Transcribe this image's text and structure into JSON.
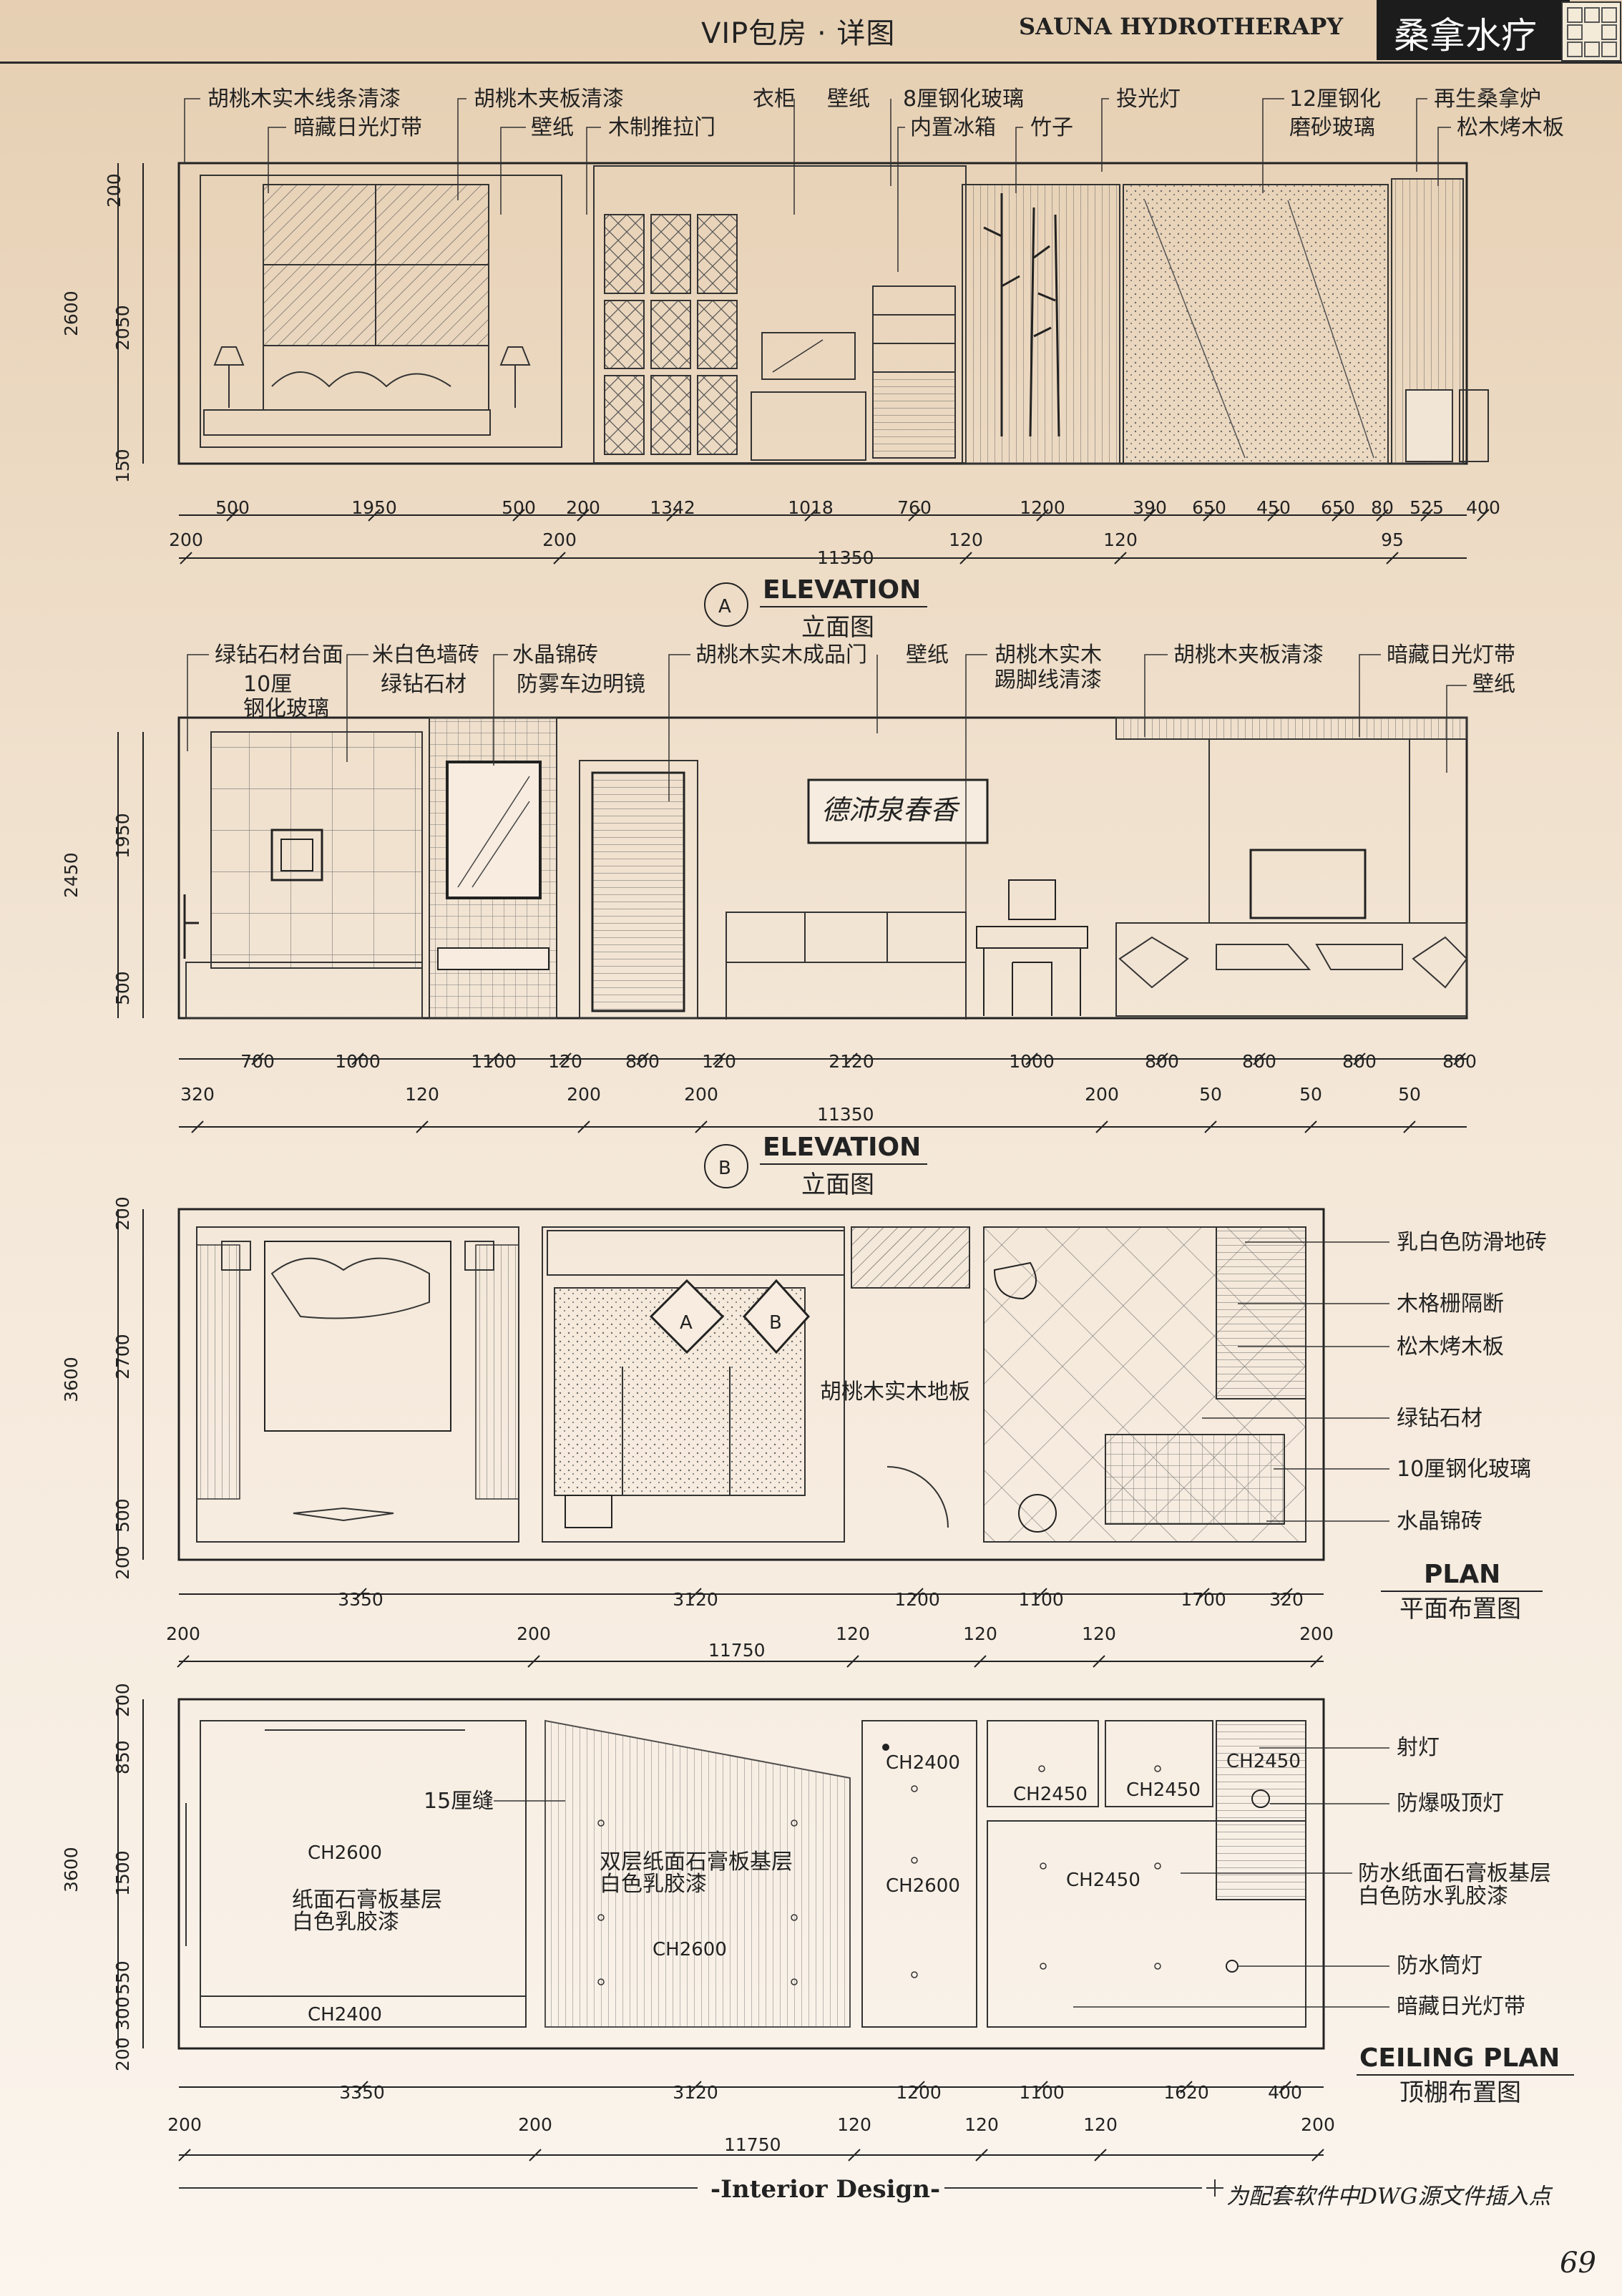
{
  "header": {
    "title": "VIP包房 · 详图",
    "title_en": "SAUNA HYDROTHERAPY",
    "title_cn": "桑拿水疗"
  },
  "elevation_a": {
    "marker": "A",
    "title_en": "ELEVATION",
    "title_cn": "立面图",
    "callouts": [
      "胡桃木实木线条清漆",
      "暗藏日光灯带",
      "胡桃木夹板清漆",
      "壁纸",
      "木制推拉门",
      "衣柜",
      "壁纸",
      "8厘钢化玻璃",
      "内置冰箱",
      "竹子",
      "投光灯",
      "12厘钢化",
      "磨砂玻璃",
      "再生桑拿炉",
      "松木烤木板"
    ],
    "vertical_dims": [
      "200",
      "2600",
      "2050",
      "150"
    ],
    "dims_row1": [
      "500",
      "1950",
      "500",
      "200",
      "1342",
      "1018",
      "760",
      "1200",
      "390",
      "650",
      "450",
      "650",
      "80",
      "525",
      "400"
    ],
    "dims_row2": [
      "200",
      "200",
      "120",
      "120",
      "95"
    ],
    "total": "11350"
  },
  "elevation_b": {
    "marker": "B",
    "title_en": "ELEVATION",
    "title_cn": "立面图",
    "callouts": [
      "绿钻石材台面",
      "米白色墙砖",
      "水晶锦砖",
      "胡桃木实木成品门",
      "壁纸",
      "胡桃木实木",
      "踢脚线清漆",
      "胡桃木夹板清漆",
      "暗藏日光灯带",
      "10厘",
      "钢化玻璃",
      "绿钻石材",
      "防雾车边明镜",
      "壁纸"
    ],
    "painting_text": "德沛泉春香",
    "vertical_dims": [
      "2450",
      "1950",
      "500"
    ],
    "dims_row1": [
      "700",
      "1000",
      "1100",
      "120",
      "800",
      "120",
      "2120",
      "1000",
      "800",
      "800",
      "800",
      "800"
    ],
    "dims_row2": [
      "320",
      "120",
      "200",
      "200",
      "200",
      "50",
      "50",
      "50"
    ],
    "total": "11350"
  },
  "plan": {
    "title_en": "PLAN",
    "title_cn": "平面布置图",
    "floor_label": "胡桃木实木地板",
    "section_markers": [
      "A",
      "B"
    ],
    "callouts": [
      "乳白色防滑地砖",
      "木格栅隔断",
      "松木烤木板",
      "绿钻石材",
      "10厘钢化玻璃",
      "水晶锦砖"
    ],
    "vertical_dims": [
      "200",
      "3600",
      "2700",
      "500",
      "200"
    ],
    "dims_row1": [
      "3350",
      "3120",
      "1200",
      "1100",
      "1700",
      "320"
    ],
    "dims_row2": [
      "200",
      "200",
      "120",
      "120",
      "120",
      "200"
    ],
    "total": "11750"
  },
  "ceiling": {
    "title_en": "CEILING PLAN",
    "title_cn": "顶棚布置图",
    "labels": [
      "CH2600",
      "纸面石膏板基层",
      "白色乳胶漆",
      "CH2400",
      "15厘缝",
      "双层纸面石膏板基层",
      "白色乳胶漆",
      "CH2600",
      "CH2400",
      "CH2600",
      "CH2450",
      "CH2450",
      "CH2450",
      "CH2450"
    ],
    "callouts": [
      "射灯",
      "防爆吸顶灯",
      "防水纸面石膏板基层",
      "白色防水乳胶漆",
      "防水筒灯",
      "暗藏日光灯带"
    ],
    "vertical_dims": [
      "200",
      "850",
      "3600",
      "1500",
      "550",
      "300",
      "200"
    ],
    "dims_row1": [
      "3350",
      "3120",
      "1200",
      "1100",
      "1620",
      "400"
    ],
    "dims_row2": [
      "200",
      "200",
      "120",
      "120",
      "120",
      "200"
    ],
    "total": "11750"
  },
  "footer": {
    "center": "-Interior Design-",
    "note": "为配套软件中DWG源文件插入点",
    "page": "69"
  }
}
